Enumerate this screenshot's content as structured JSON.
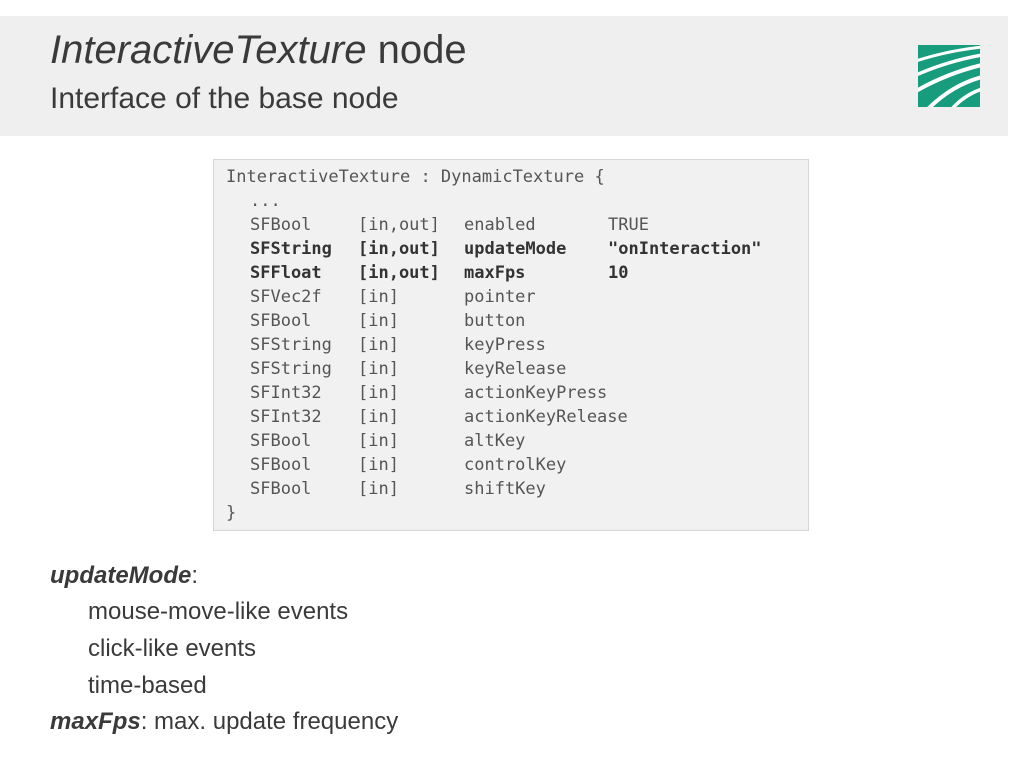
{
  "header": {
    "title_italic": "InteractiveTexture",
    "title_rest": " node",
    "subtitle": "Interface of the base node"
  },
  "code": {
    "opening": "InteractiveTexture : DynamicTexture {",
    "ellipsis": "...",
    "closing": "}",
    "fields": [
      {
        "type": "SFBool",
        "access": "[in,out]",
        "name": "enabled",
        "value": "TRUE",
        "bold": false
      },
      {
        "type": "SFString",
        "access": "[in,out]",
        "name": "updateMode",
        "value": "\"onInteraction\"",
        "bold": true
      },
      {
        "type": "SFFloat",
        "access": "[in,out]",
        "name": "maxFps",
        "value": "10",
        "bold": true
      },
      {
        "type": "SFVec2f",
        "access": "[in]",
        "name": "pointer",
        "value": "",
        "bold": false
      },
      {
        "type": "SFBool",
        "access": "[in]",
        "name": "button",
        "value": "",
        "bold": false
      },
      {
        "type": "SFString",
        "access": "[in]",
        "name": "keyPress",
        "value": "",
        "bold": false
      },
      {
        "type": "SFString",
        "access": "[in]",
        "name": "keyRelease",
        "value": "",
        "bold": false
      },
      {
        "type": "SFInt32",
        "access": "[in]",
        "name": "actionKeyPress",
        "value": "",
        "bold": false
      },
      {
        "type": "SFInt32",
        "access": "[in]",
        "name": "actionKeyRelease",
        "value": "",
        "bold": false
      },
      {
        "type": "SFBool",
        "access": "[in]",
        "name": "altKey",
        "value": "",
        "bold": false
      },
      {
        "type": "SFBool",
        "access": "[in]",
        "name": "controlKey",
        "value": "",
        "bold": false
      },
      {
        "type": "SFBool",
        "access": "[in]",
        "name": "shiftKey",
        "value": "",
        "bold": false
      }
    ]
  },
  "description": {
    "update_mode_term": "updateMode",
    "update_mode_colon": ":",
    "update_mode_items": [
      "mouse-move-like events",
      "click-like events",
      "time-based"
    ],
    "max_fps_term": "maxFps",
    "max_fps_text": ": max. update frequency"
  },
  "colors": {
    "header_bg": "#efefef",
    "logo_green": "#179c7d",
    "code_bg": "#f1f1f1"
  },
  "logo": {
    "icon": "fraunhofer-logo-icon"
  }
}
